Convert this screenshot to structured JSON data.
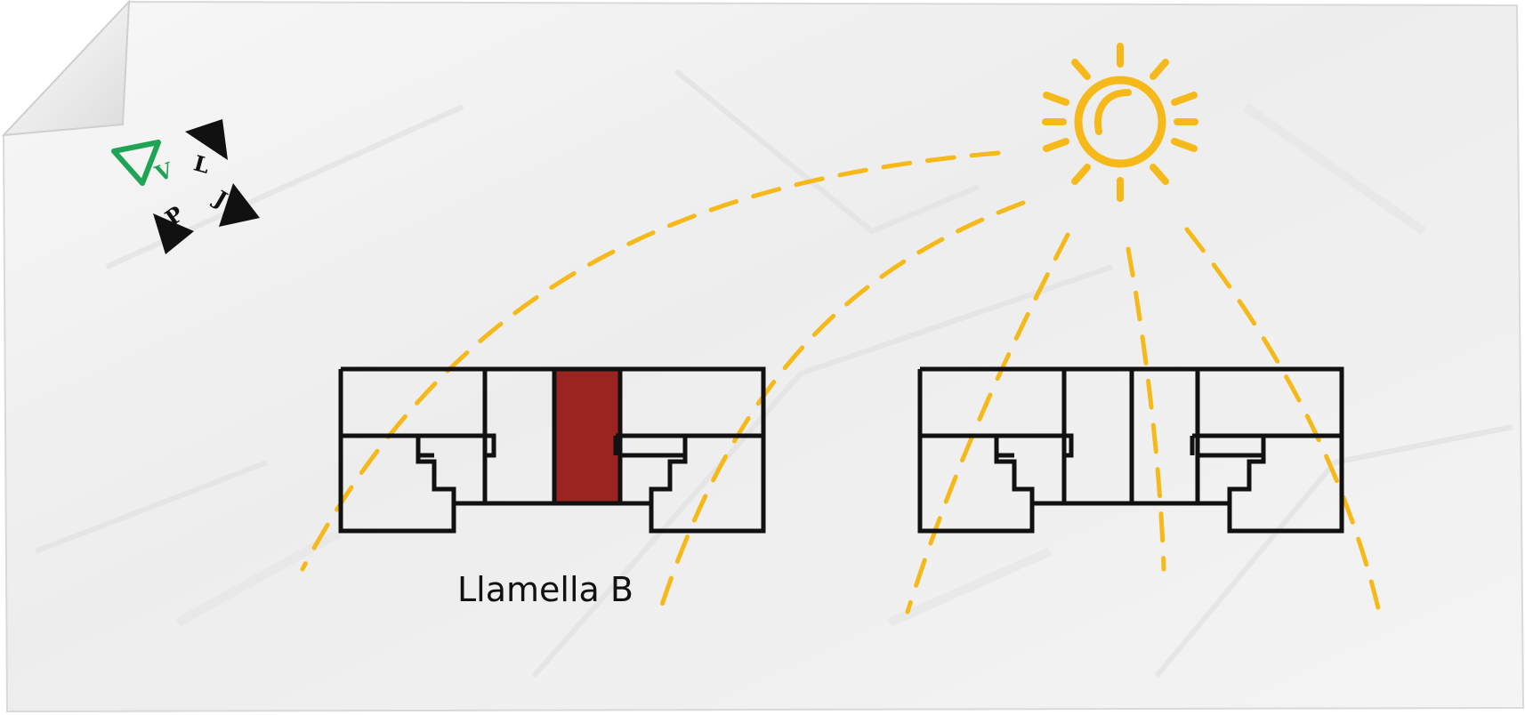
{
  "building_label": "Llamella B",
  "logo": {
    "letters": [
      "V",
      "L",
      "J",
      "P"
    ],
    "accent_color": "#1fa354",
    "dark_color": "#111111"
  },
  "colors": {
    "sun": "#f6b91a",
    "wall": "#111111",
    "highlight_unit": "#9b2421",
    "paper": "#f0f0f0"
  },
  "icons": {
    "sun": "sun-icon",
    "logo": "vlpj-logo-icon"
  }
}
